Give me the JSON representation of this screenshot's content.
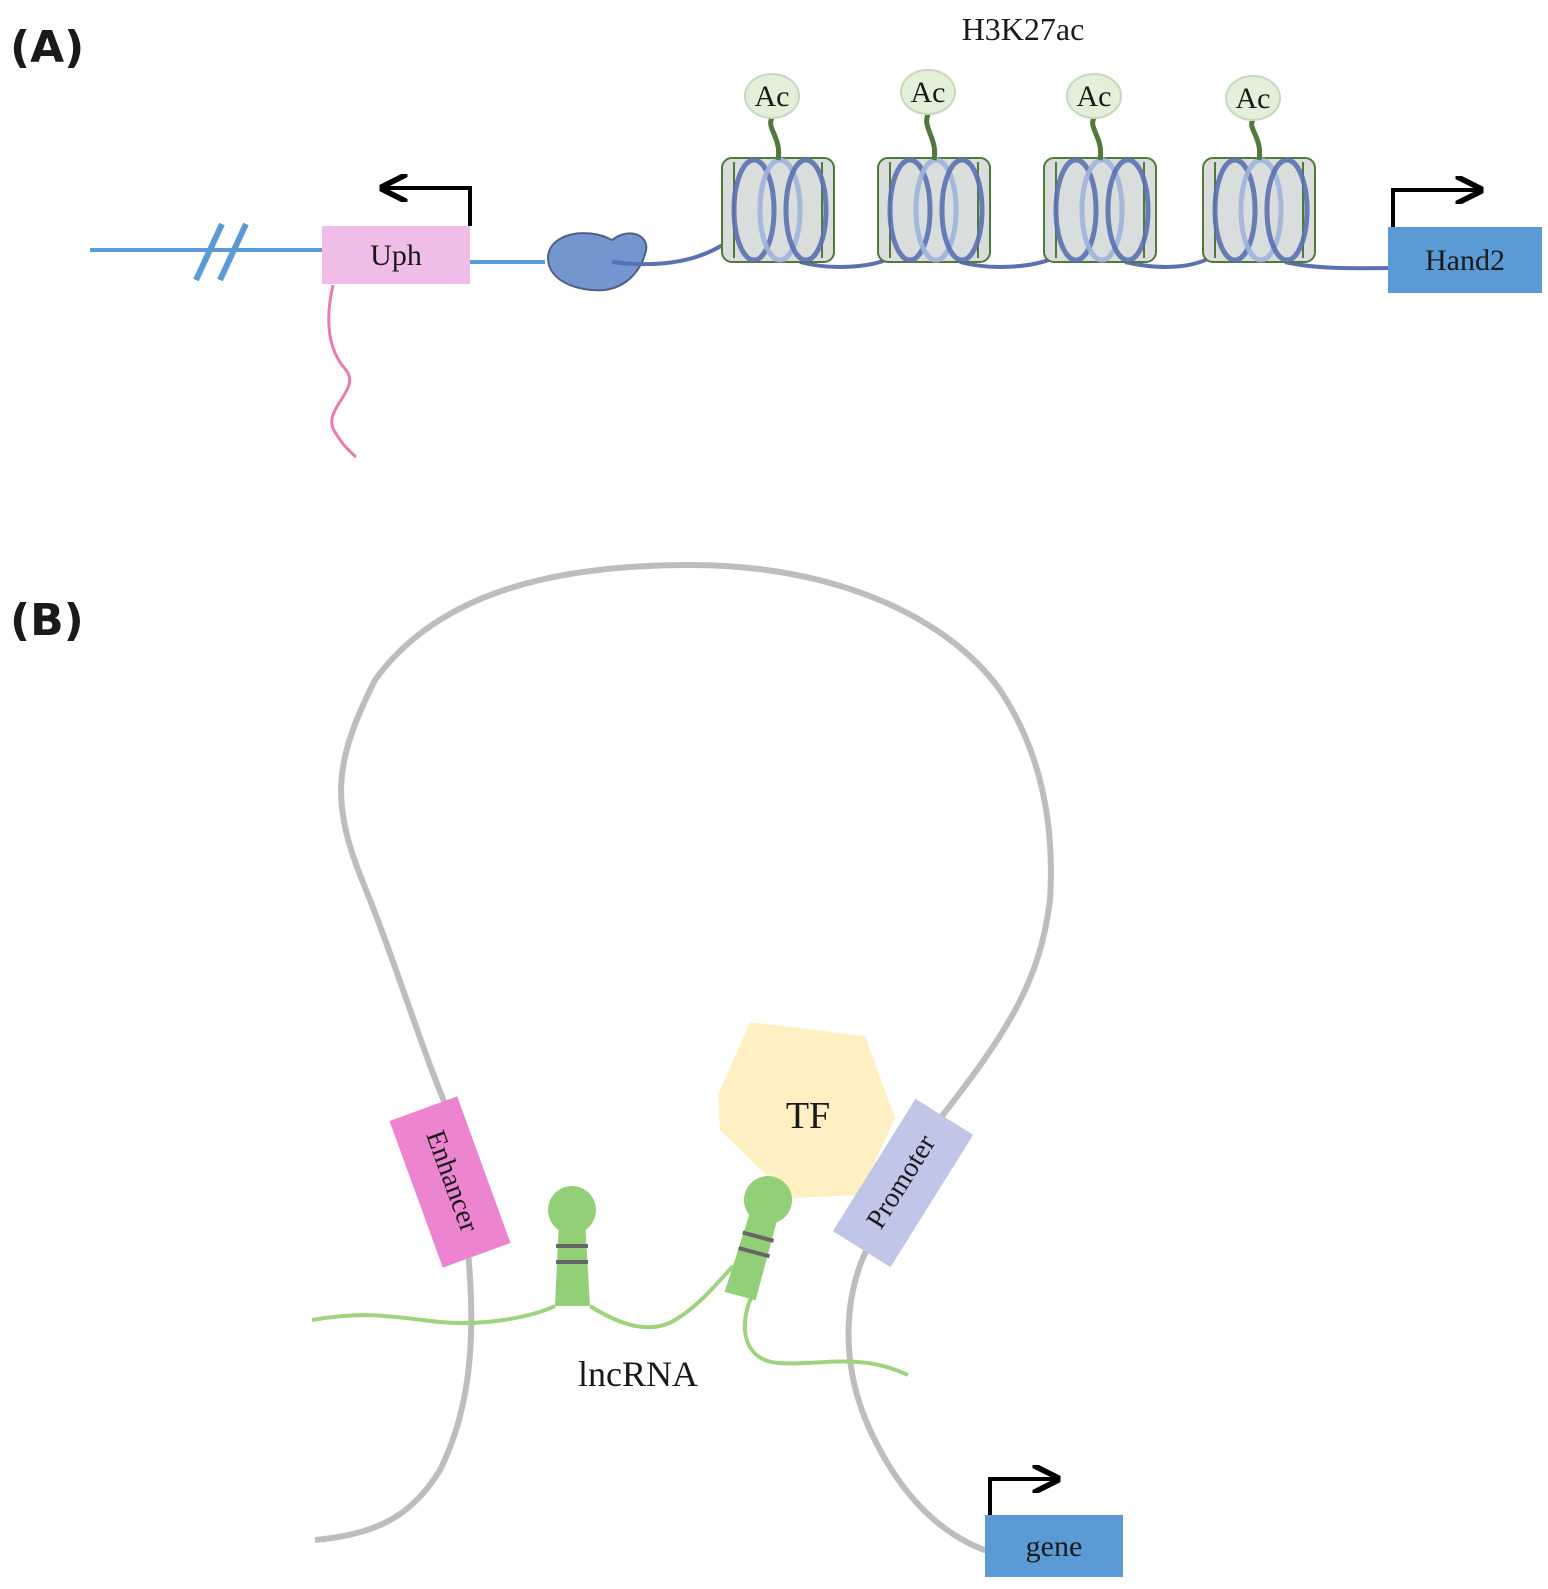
{
  "panel_a": {
    "label": "(A)",
    "histone_mark": "H3K27ac",
    "acetyl_labels": [
      "Ac",
      "Ac",
      "Ac",
      "Ac"
    ],
    "upstream_gene": "Uph",
    "downstream_gene": "Hand2"
  },
  "panel_b": {
    "label": "(B)",
    "enhancer": "Enhancer",
    "promoter": "Promoter",
    "transcription_factor": "TF",
    "rna": "lncRNA",
    "gene": "gene"
  },
  "colors": {
    "dna_blue": "#5b9bd5",
    "chromatin_dark": "#5a70b0",
    "nucleosome_fill": "#d9dedd",
    "nucleosome_edge": "#4f7a3a",
    "acetyl_fill": "#e2f0d9",
    "uph_box": "#f0bde8",
    "uph_rna": "#e87bb0",
    "hand2_box": "#5b9bd5",
    "loop_grey": "#bdbdbd",
    "enhancer_box": "#ec84cf",
    "promoter_box": "#c0c6e8",
    "tf_hexagon": "#fff0c4",
    "lncrna_green": "#9fd47f",
    "stem_green": "#93cf77"
  }
}
